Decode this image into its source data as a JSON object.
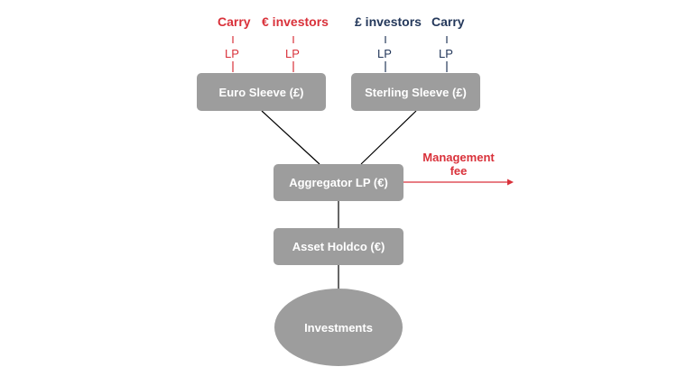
{
  "colors": {
    "euro_accent": "#d9313a",
    "sterling_accent": "#24385b",
    "box_fill": "#9d9d9d",
    "connector": "#000000",
    "fee_arrow": "#d9313a"
  },
  "top_labels": {
    "euro_carry": "Carry",
    "euro_investors": "€ investors",
    "sterling_investors": "£ investors",
    "sterling_carry": "Carry"
  },
  "lp_labels": {
    "euro_carry_lp": "LP",
    "euro_investors_lp": "LP",
    "sterling_investors_lp": "LP",
    "sterling_carry_lp": "LP"
  },
  "nodes": {
    "euro_sleeve": "Euro Sleeve (£)",
    "sterling_sleeve": "Sterling Sleeve (£)",
    "aggregator": "Aggregator LP (€)",
    "asset_holdco": "Asset Holdco (€)",
    "investments": "Investments"
  },
  "fee": {
    "line1": "Management",
    "line2": "fee"
  }
}
